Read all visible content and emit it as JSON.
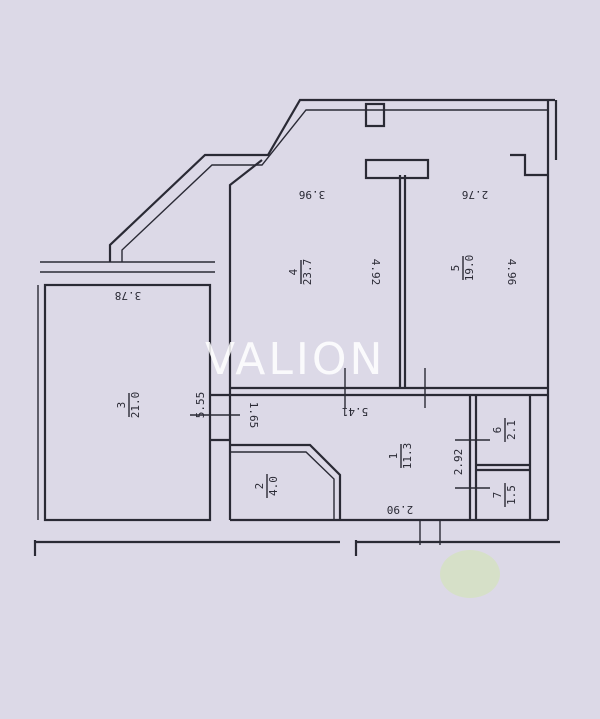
{
  "watermark": "VALION",
  "rooms": [
    {
      "number": "1",
      "area": "11.3"
    },
    {
      "number": "2",
      "area": "4.0"
    },
    {
      "number": "3",
      "area": "21.0"
    },
    {
      "number": "4",
      "area": "23.7"
    },
    {
      "number": "5",
      "area": "19.0"
    },
    {
      "number": "6",
      "area": "2.1"
    },
    {
      "number": "7",
      "area": "1.5"
    }
  ],
  "dimensions": {
    "room3_width": "3.78",
    "room3_length": "5.55",
    "room4_width": "3.96",
    "room4_length": "4.92",
    "room5_width": "2.76",
    "room5_length": "4.96",
    "hall_length": "5.41",
    "hall_width": "1.65",
    "bath_length": "2.92",
    "hall_bottom": "2.90"
  },
  "colors": {
    "background": "#dcd9e7",
    "walls": "#2a2a35",
    "stain": "#d6e0c8"
  }
}
